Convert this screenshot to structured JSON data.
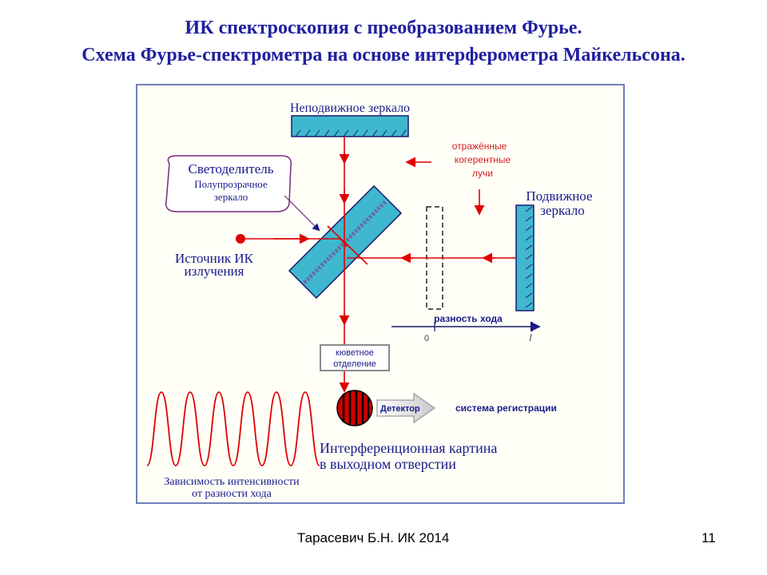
{
  "slide": {
    "title_line1": "ИК спектроскопия с преобразованием  Фурье.",
    "title_line2": "Схема Фурье-спектрометра на основе интерферометра Майкельсона.",
    "footer_author": "Тарасевич Б.Н.  ИК 2014",
    "page_number": "11"
  },
  "diagram": {
    "fixed_mirror": "Неподвижное зеркало",
    "reflected_beams": [
      "отражённые",
      "когерентные",
      "лучи"
    ],
    "beamsplitter_title": "Светоделитель",
    "beamsplitter_sub": [
      "Полупрозрачное",
      "зеркало"
    ],
    "movable_mirror": [
      "Подвижное",
      "зеркало"
    ],
    "ir_source": [
      "Источник  ИК",
      "излучения"
    ],
    "path_difference": "разность хода",
    "axis_zero": "0",
    "axis_end": "l",
    "cuvette": [
      "кюветное",
      "отделение"
    ],
    "detector": "Детектор",
    "registration": "система регистрации",
    "interference": [
      "Интерференционная картина",
      "в выходном отверстии"
    ],
    "intensity_dependence": [
      "Зависимость интенсивности",
      "от разности хода"
    ]
  },
  "colors": {
    "title": "#1f1f9f",
    "beam": "#e00000",
    "mirror": "#3fb8cf",
    "frame": "#6e7fb8",
    "text_blue": "#1a1a8a",
    "text_red": "#d02020"
  }
}
